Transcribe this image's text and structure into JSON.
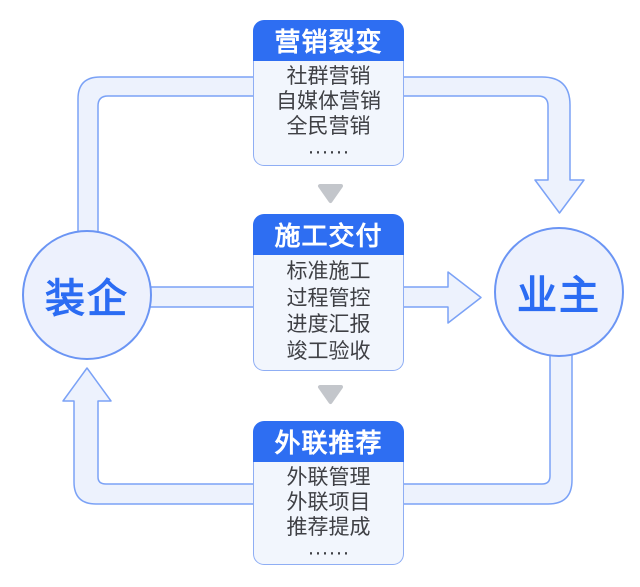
{
  "diagram": {
    "left_node": {
      "label": "装企"
    },
    "right_node": {
      "label": "业主"
    },
    "boxes": [
      {
        "title": "营销裂变",
        "items": [
          "社群营销",
          "自媒体营销",
          "全民营销",
          "······"
        ]
      },
      {
        "title": "施工交付",
        "items": [
          "标准施工",
          "过程管控",
          "进度汇报",
          "竣工验收"
        ]
      },
      {
        "title": "外联推荐",
        "items": [
          "外联管理",
          "外联项目",
          "推荐提成",
          "······"
        ]
      }
    ],
    "colors": {
      "accent": "#2E6EF2",
      "box_body_bg": "#F2F6FD",
      "box_border": "#8FAEF4",
      "pipe_fill": "#EDF2FD",
      "pipe_stroke": "#7BA2F6",
      "circle_bg": "#EDF1FD",
      "circle_border": "#6B95F4",
      "circle_text": "#2B6CF3",
      "item_text": "#3F4045",
      "chevron": "#C3C6CB"
    }
  }
}
